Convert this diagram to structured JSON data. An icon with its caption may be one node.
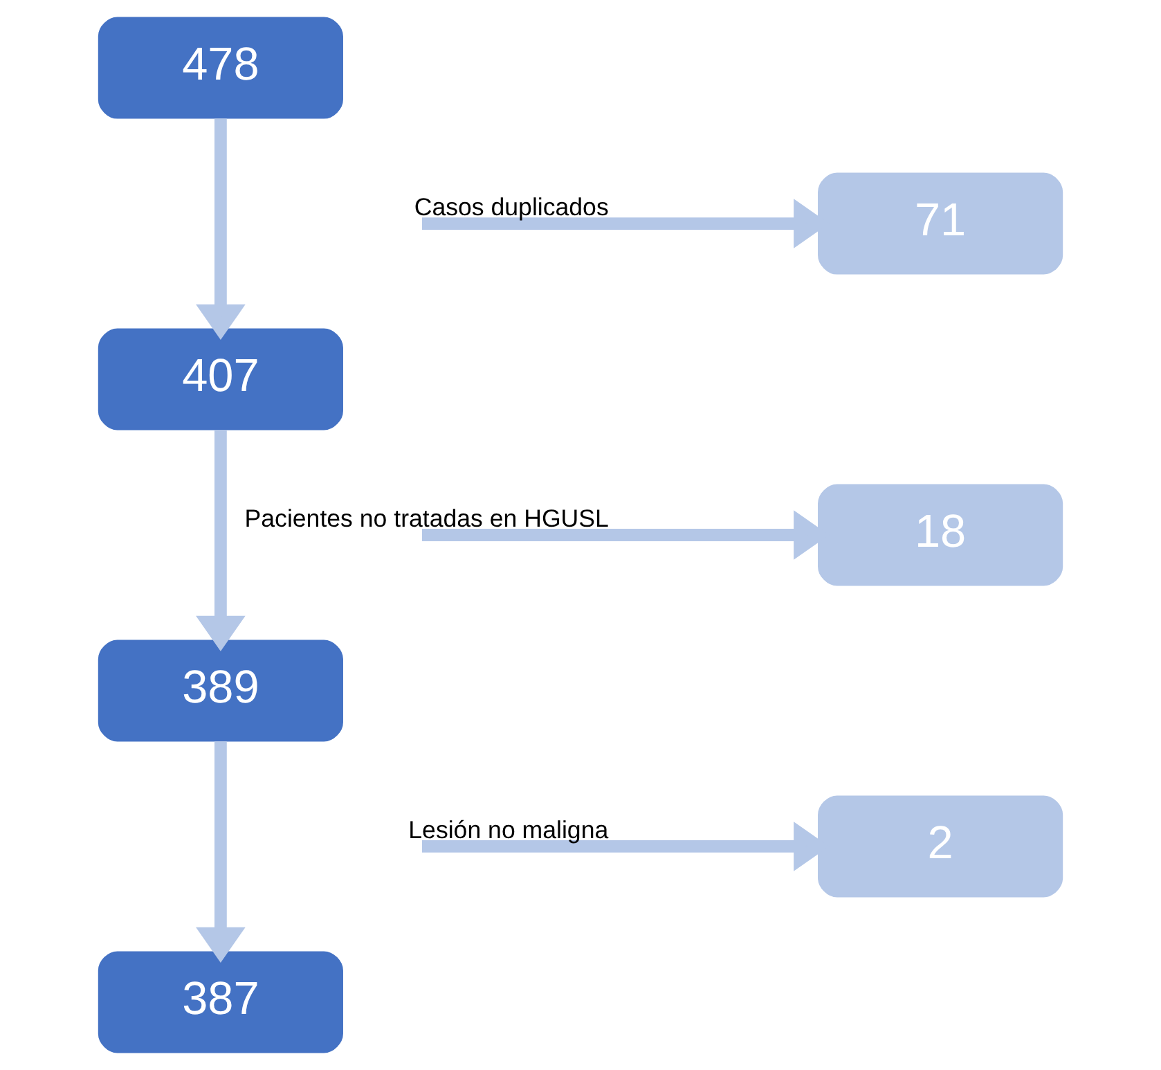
{
  "diagram": {
    "nodes": [
      {
        "text": [
          "478"
        ]
      },
      {
        "text": [
          "407"
        ]
      },
      {
        "text": [
          "389"
        ]
      },
      {
        "text": [
          "387"
        ]
      },
      {
        "text": [
          "71"
        ]
      },
      {
        "text": [
          "18"
        ]
      },
      {
        "text": [
          "2"
        ]
      }
    ],
    "edges": [
      {
        "from": 0,
        "to": 1,
        "arrow": "to"
      },
      {
        "from": null,
        "to": 4,
        "arrow": "to",
        "label": "Casos duplicados"
      },
      {
        "from": 1,
        "to": 2,
        "arrow": "to"
      },
      {
        "from": null,
        "to": 5,
        "arrow": "to",
        "label": "Pacientes no tratadas en HGUSL"
      },
      {
        "from": 2,
        "to": 3,
        "arrow": "to"
      },
      {
        "from": null,
        "to": 6,
        "arrow": "to",
        "label": "Lesión no maligna"
      }
    ]
  }
}
